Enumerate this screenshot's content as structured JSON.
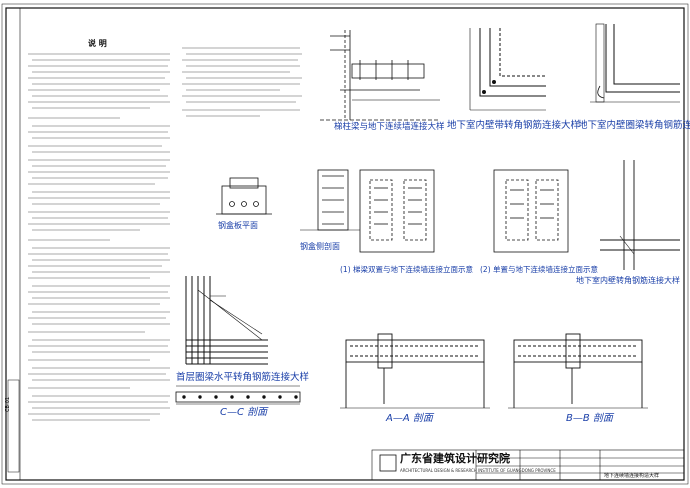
{
  "sheet": {
    "notes_heading": "说 明",
    "side_stamp": "CB-01"
  },
  "details": {
    "top_left": "梯柱梁与地下连续墙连接大样",
    "top_center": "地下室内壁带转角钢筋连接大样",
    "top_right": "地下室内壁圈梁转角钢筋连接大样",
    "steel_plate_plan": "钢盒板平面",
    "steel_box_section": "钢盒侧剖面",
    "mid_1": "(1) 梯梁双置与地下连续墙连接立面示意",
    "mid_2": "(2) 单置与地下连续墙连接立面示意",
    "mid_right": "地下室内壁转角钢筋连接大样",
    "bottom_left": "首层圈梁水平转角钢筋连接大样",
    "cc": "C—C 剖面",
    "aa": "A—A 剖面",
    "bb": "B—B 剖面"
  },
  "title_block": {
    "org_name": "广东省建筑设计研究院",
    "org_en": "ARCHITECTURAL DESIGN & RESEARCH INSTITUTE OF GUANGDONG PROVINCE",
    "drawing_name": "地下连续墙连接构造大样"
  },
  "colors": {
    "line": "#111111",
    "accent": "#1a3fa8",
    "tab": "#444444"
  }
}
